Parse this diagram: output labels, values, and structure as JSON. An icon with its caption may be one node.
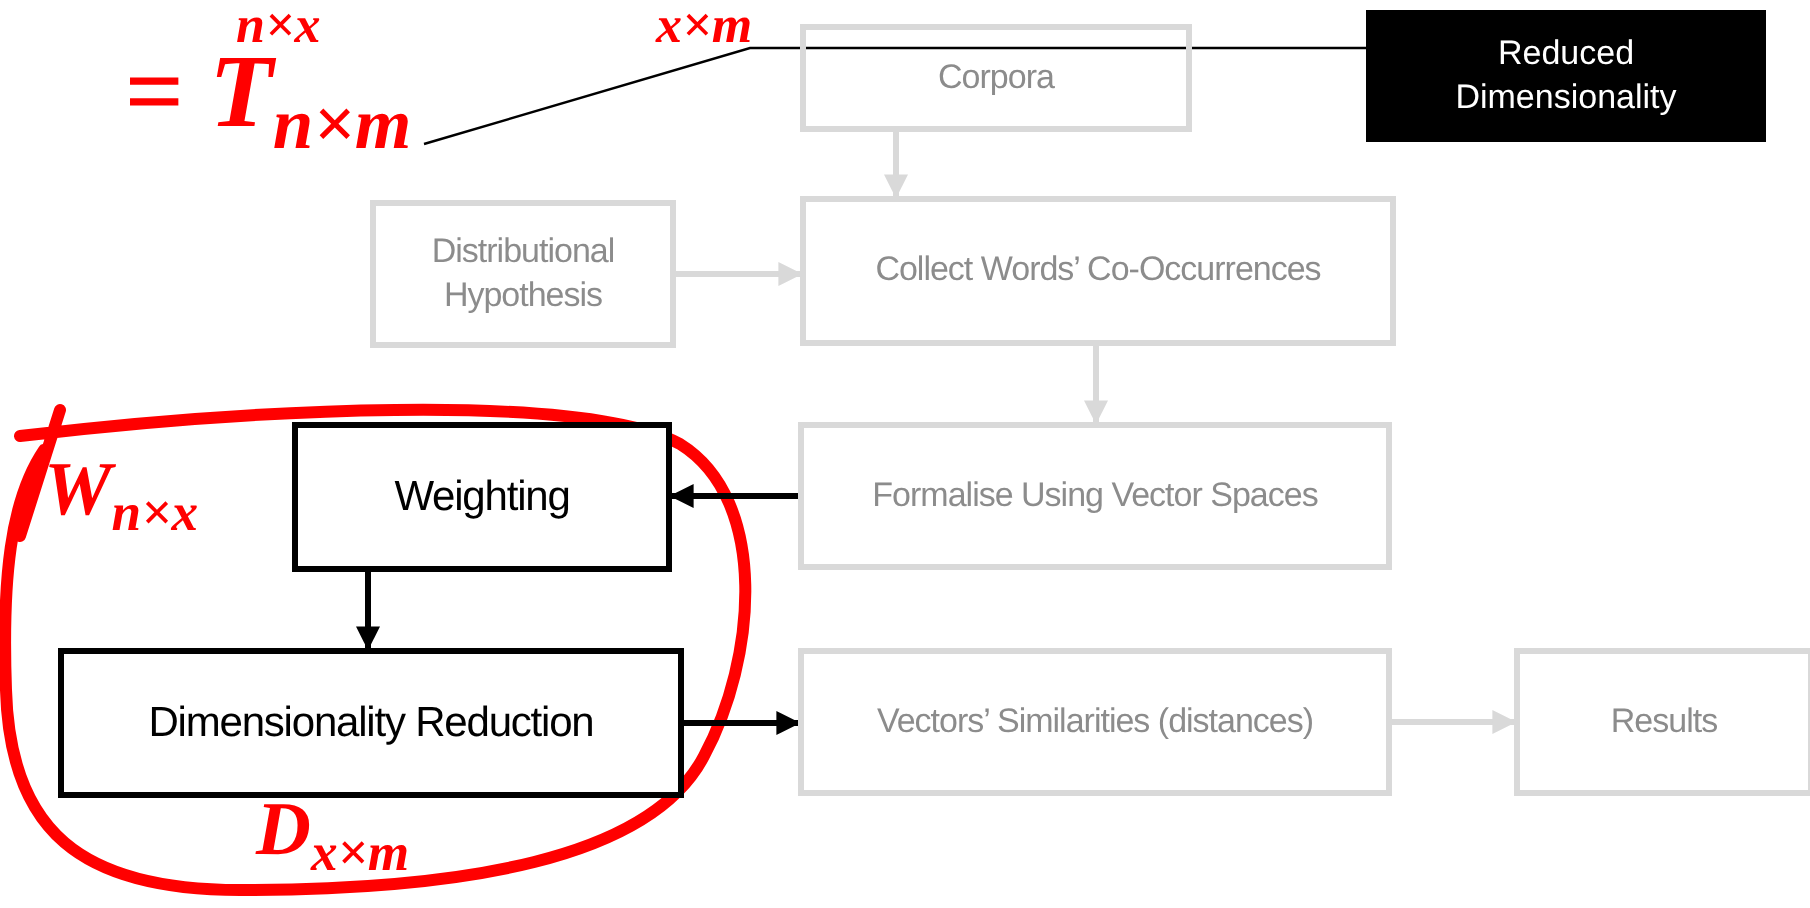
{
  "diagram": {
    "nodes": [
      {
        "text": [
          "Corpora"
        ]
      },
      {
        "text": [
          "Reduced Dimensionality"
        ]
      },
      {
        "text": [
          "Distributional Hypothesis"
        ]
      },
      {
        "text": [
          "Collect Words’ Co-Occurrences"
        ]
      },
      {
        "text": [
          "Weighting"
        ]
      },
      {
        "text": [
          "Formalise Using Vector Spaces"
        ]
      },
      {
        "text": [
          "Dimensionality Reduction"
        ]
      },
      {
        "text": [
          "Vectors’ Similarities (distances)"
        ]
      },
      {
        "text": [
          "Results"
        ]
      },
      {
        "text": [
          "= T$_{n×m}$"
        ]
      }
    ],
    "edges": [
      {
        "from": 0,
        "to": 3,
        "arrow": "to"
      },
      {
        "from": 2,
        "to": 3,
        "arrow": "to"
      },
      {
        "from": 3,
        "to": 5,
        "arrow": "to"
      },
      {
        "from": 5,
        "to": 4,
        "arrow": "to",
        "color": "#000000"
      },
      {
        "from": 4,
        "to": 6,
        "arrow": "to",
        "color": "#000000"
      },
      {
        "from": 6,
        "to": 7,
        "arrow": "to",
        "color": "#000000"
      },
      {
        "from": 7,
        "to": 8,
        "arrow": "to"
      },
      {
        "from": 1,
        "to": 9,
        "arrow": "none",
        "color": "#000000"
      }
    ],
    "labels": [
      "n×x",
      "x×m",
      "W$_{n×x}$",
      "D$_{x×m}$"
    ]
  }
}
